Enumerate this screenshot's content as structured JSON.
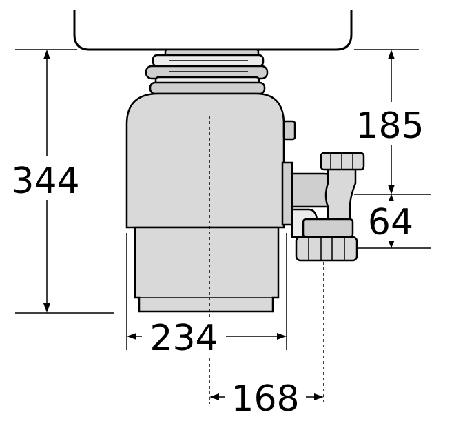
{
  "dimensions": {
    "overall_height": "344",
    "inlet_to_outlet_height": "185",
    "outlet_offset": "64",
    "body_width": "234",
    "outlet_horizontal": "168"
  },
  "colors": {
    "line": "#000000",
    "body": "#d9d9d9",
    "light": "#ececec",
    "background": "#ffffff"
  }
}
